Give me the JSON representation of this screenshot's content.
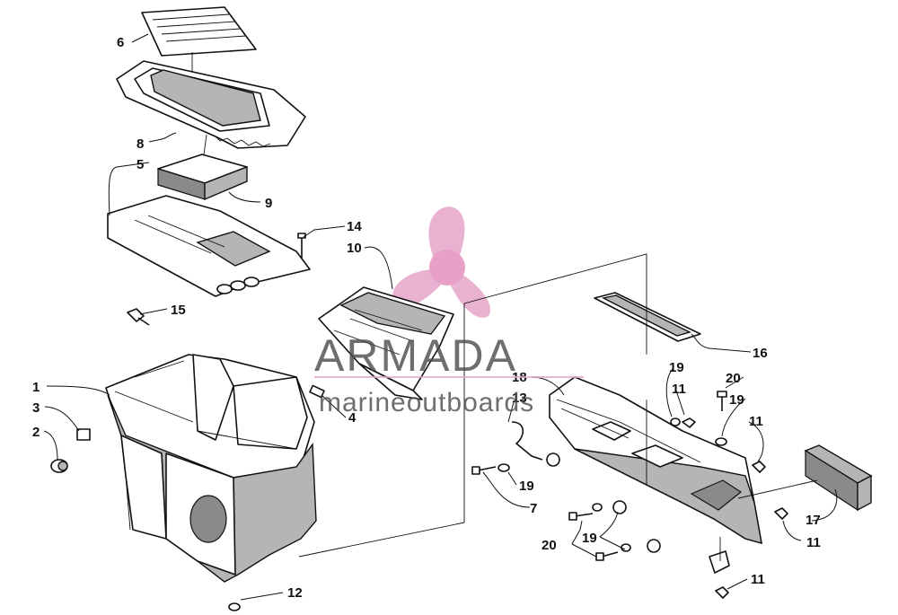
{
  "watermark": {
    "brand": "ARMADA",
    "tagline": "marineoutboards",
    "colors": {
      "logo": "#e6a5c8",
      "logo_core": "#e58fbf",
      "text": "#4a4a4a"
    }
  },
  "callouts": [
    {
      "id": "1",
      "label": "1"
    },
    {
      "id": "2",
      "label": "2"
    },
    {
      "id": "3",
      "label": "3"
    },
    {
      "id": "4",
      "label": "4"
    },
    {
      "id": "5",
      "label": "5"
    },
    {
      "id": "6",
      "label": "6"
    },
    {
      "id": "7",
      "label": "7"
    },
    {
      "id": "8",
      "label": "8"
    },
    {
      "id": "9",
      "label": "9"
    },
    {
      "id": "10",
      "label": "10"
    },
    {
      "id": "11a",
      "label": "11"
    },
    {
      "id": "11b",
      "label": "11"
    },
    {
      "id": "11c",
      "label": "11"
    },
    {
      "id": "11d",
      "label": "11"
    },
    {
      "id": "12",
      "label": "12"
    },
    {
      "id": "13",
      "label": "13"
    },
    {
      "id": "14",
      "label": "14"
    },
    {
      "id": "15",
      "label": "15"
    },
    {
      "id": "16",
      "label": "16"
    },
    {
      "id": "17",
      "label": "17"
    },
    {
      "id": "18",
      "label": "18"
    },
    {
      "id": "19a",
      "label": "19"
    },
    {
      "id": "19b",
      "label": "19"
    },
    {
      "id": "19c",
      "label": "19"
    },
    {
      "id": "19d",
      "label": "19"
    },
    {
      "id": "20a",
      "label": "20"
    },
    {
      "id": "20b",
      "label": "20"
    }
  ]
}
